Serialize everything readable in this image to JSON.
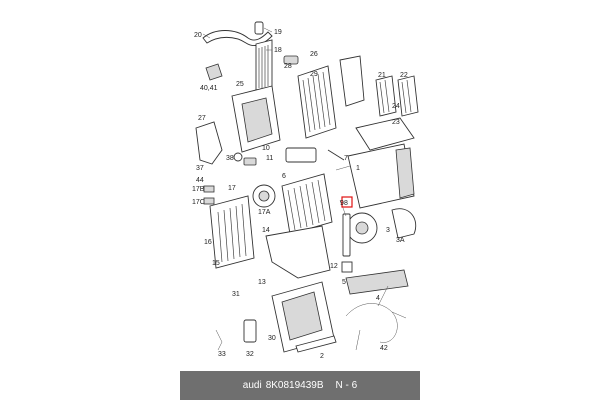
{
  "diagram": {
    "labels": [
      {
        "text": "20"
      },
      {
        "text": "19"
      },
      {
        "text": "18"
      },
      {
        "text": "40,41"
      },
      {
        "text": "25"
      },
      {
        "text": "26"
      },
      {
        "text": "28"
      },
      {
        "text": "29"
      },
      {
        "text": "21"
      },
      {
        "text": "22"
      },
      {
        "text": "23"
      },
      {
        "text": "24"
      },
      {
        "text": "27"
      },
      {
        "text": "10"
      },
      {
        "text": "37"
      },
      {
        "text": "38"
      },
      {
        "text": "11"
      },
      {
        "text": "9"
      },
      {
        "text": "8"
      },
      {
        "text": "7"
      },
      {
        "text": "44"
      },
      {
        "text": "1"
      },
      {
        "text": "17B"
      },
      {
        "text": "17"
      },
      {
        "text": "17C"
      },
      {
        "text": "15"
      },
      {
        "text": "16"
      },
      {
        "text": "6"
      },
      {
        "text": "17A"
      },
      {
        "text": "14"
      },
      {
        "text": "3"
      },
      {
        "text": "3A"
      },
      {
        "text": "13"
      },
      {
        "text": "12"
      },
      {
        "text": "5"
      },
      {
        "text": "4"
      },
      {
        "text": "31"
      },
      {
        "text": "30"
      },
      {
        "text": "33"
      },
      {
        "text": "32"
      },
      {
        "text": "2"
      },
      {
        "text": "42"
      }
    ],
    "highlight_color": "#e01010"
  },
  "footer": {
    "brand": "audi",
    "part_number": "8K0819439B",
    "position": "N - 6"
  }
}
